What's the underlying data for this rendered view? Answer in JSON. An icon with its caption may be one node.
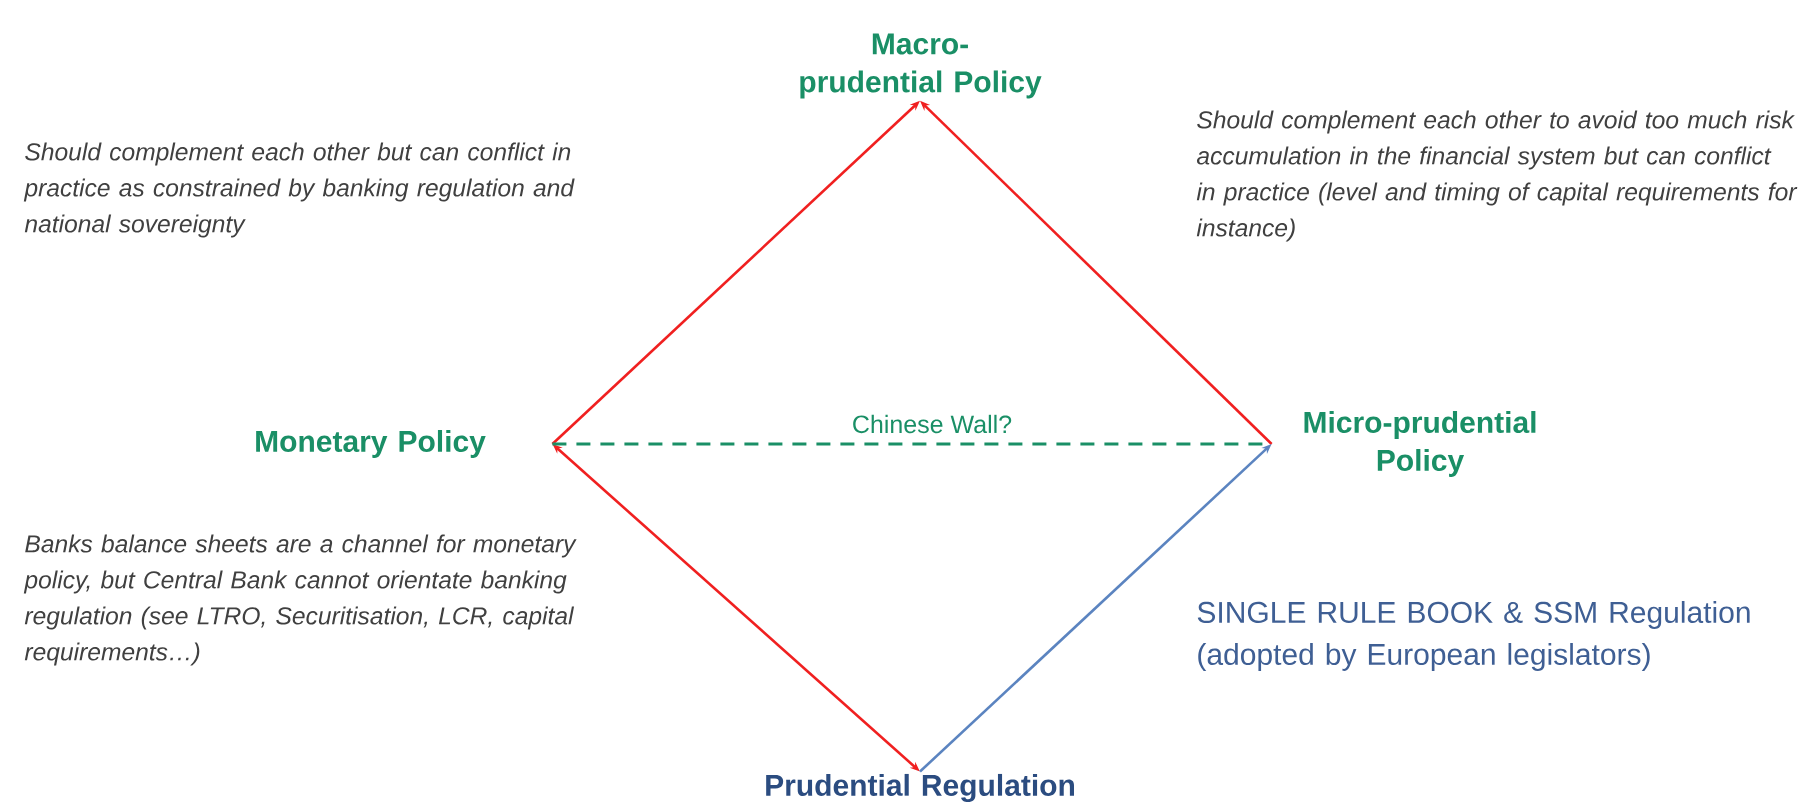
{
  "diagram": {
    "nodes": [
      {
        "text": [
          "Macro-prudential Policy"
        ]
      },
      {
        "text": [
          "Monetary Policy"
        ]
      },
      {
        "text": [
          "Micro-prudential Policy"
        ]
      },
      {
        "text": [
          "Prudential Regulation"
        ]
      }
    ],
    "edges": [
      {
        "from": 1,
        "to": 0,
        "arrow": "to"
      },
      {
        "from": 2,
        "to": 0,
        "arrow": "to"
      },
      {
        "from": 1,
        "to": 3,
        "arrow": "both"
      },
      {
        "from": 3,
        "to": 2,
        "arrow": "to",
        "color": "#5b84c0"
      },
      {
        "from": 1,
        "to": 2,
        "arrow": "none",
        "label": "Chinese Wall?",
        "style": "dashed",
        "color": "#1a8f66"
      }
    ],
    "labels": [
      "Should complement each other but can conflict in practice as constrained by banking regulation and national sovereignty",
      "Should complement each other to avoid too much risk accumulation in the financial system but can conflict in practice (level and timing of capital requirements for instance)",
      "Banks balance sheets are a channel for monetary policy, but Central Bank cannot orientate banking regulation (see LTRO, Securitisation, LCR, capital requirements…)",
      "SINGLE RULE BOOK & SSM Regulation (adopted by European legislators)"
    ]
  }
}
